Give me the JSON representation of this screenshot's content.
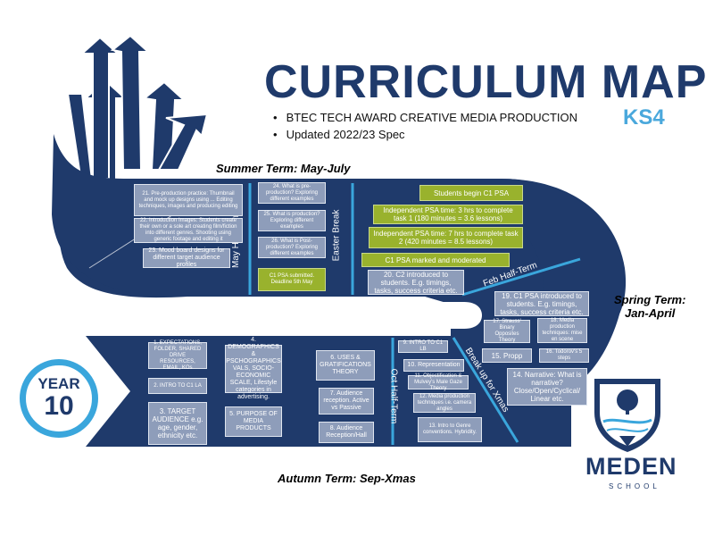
{
  "header": {
    "title": "CURRICULUM MAP",
    "subtitle": "KS4",
    "bullets": [
      "BTEC TECH AWARD CREATIVE MEDIA PRODUCTION",
      "Updated 2022/23 Spec"
    ]
  },
  "terms": {
    "summer": "Summer Term: May-July",
    "spring_line1": "Spring Term:",
    "spring_line2": "Jan-April",
    "autumn": "Autumn Term: Sep-Xmas"
  },
  "year": {
    "label": "YEAR",
    "number": "10"
  },
  "dividers": {
    "may_half_term": "May Half-Term",
    "easter_break": "Easter Break",
    "feb_half_term": "Feb Half-Term",
    "oct_half_term": "Oct Half-Term",
    "break_up_xmas": "Break up for Xmas"
  },
  "summer_boxes": {
    "b21": "21. Pre-production practice: Thumbnail and mock up designs using ... Editing techniques, images and producing editing",
    "b22": "22. Introduction Images: Students create their own or a sole art creating film/fiction into different genres. Shooting using generic footage and editing it",
    "b23": "23. Mood board designs for different target audience profiles",
    "b24": "24. What is pre-production? Exploring different examples",
    "b25": "25. What is production? Exploring different examples",
    "b26": "26. What is Post-production? Exploring different examples",
    "b27": "C1 PSA submitted. Deadline 5th May"
  },
  "psa_boxes": {
    "begin": "Students begin C1 PSA",
    "task1": "Independent  PSA time: 3 hrs to complete task 1 (180 minutes = 3.6 lessons)",
    "task2": "Independent  PSA time: 7 hrs to complete task 2 (420 minutes = 8.5 lessons)",
    "marked": "C1 PSA marked and moderated",
    "c2": "20. C2 introduced to students. E.g. timings, tasks, success criteria etc."
  },
  "spring_boxes": {
    "b19": "19. C1 PSA introduced to students. E.g. timings, tasks, success criteria etc.",
    "b17": "17. Strauss' Binary Opposites Theory",
    "b18": "18. Media production techniques: mise en scene",
    "b15": "15. Propp",
    "b16": "16. Todorov's 5 steps",
    "b14": "14. Narrative:  What is narrative? Close/Open/Cyclical/ Linear etc."
  },
  "autumn_boxes": {
    "b1": "1. EXPECTATIONS, FOLDER, SHARED DRIVE RESOURCES, EMAIL, KOs",
    "b2": "2. INTRO TO C1 LA",
    "b3": "3. TARGET AUDIENCE e.g. age, gender, ethnicity etc.",
    "b4": "4. DEMOGRAPHICS & PSCHOGRAPHICS VALS, SOCIO-ECONOMIC SCALE, Lifestyle categories in advertising.",
    "b5": "5. PURPOSE OF MEDIA PRODUCTS",
    "b6": "6. USES & GRATIFICATIONS THEORY",
    "b7": "7. Audience reception.  Active vs Passive",
    "b8": "8. Audience Reception/Hall",
    "b9": "9. INTRO TO C1 LB",
    "b10": "10. Representation",
    "b11": "11. Objectification & Mulvey's Male Gaze Theory",
    "b12": "12. Media production techniques i.e. camera angles",
    "b13": "13. Intro to Genre conventions. Hybridity."
  },
  "school": {
    "name": "MEDEN",
    "tagline": "SCHOOL"
  },
  "colors": {
    "navy": "#1f3a6b",
    "light_blue": "#3aa6dc",
    "box": "#8e9dba",
    "green": "#99b22d"
  }
}
